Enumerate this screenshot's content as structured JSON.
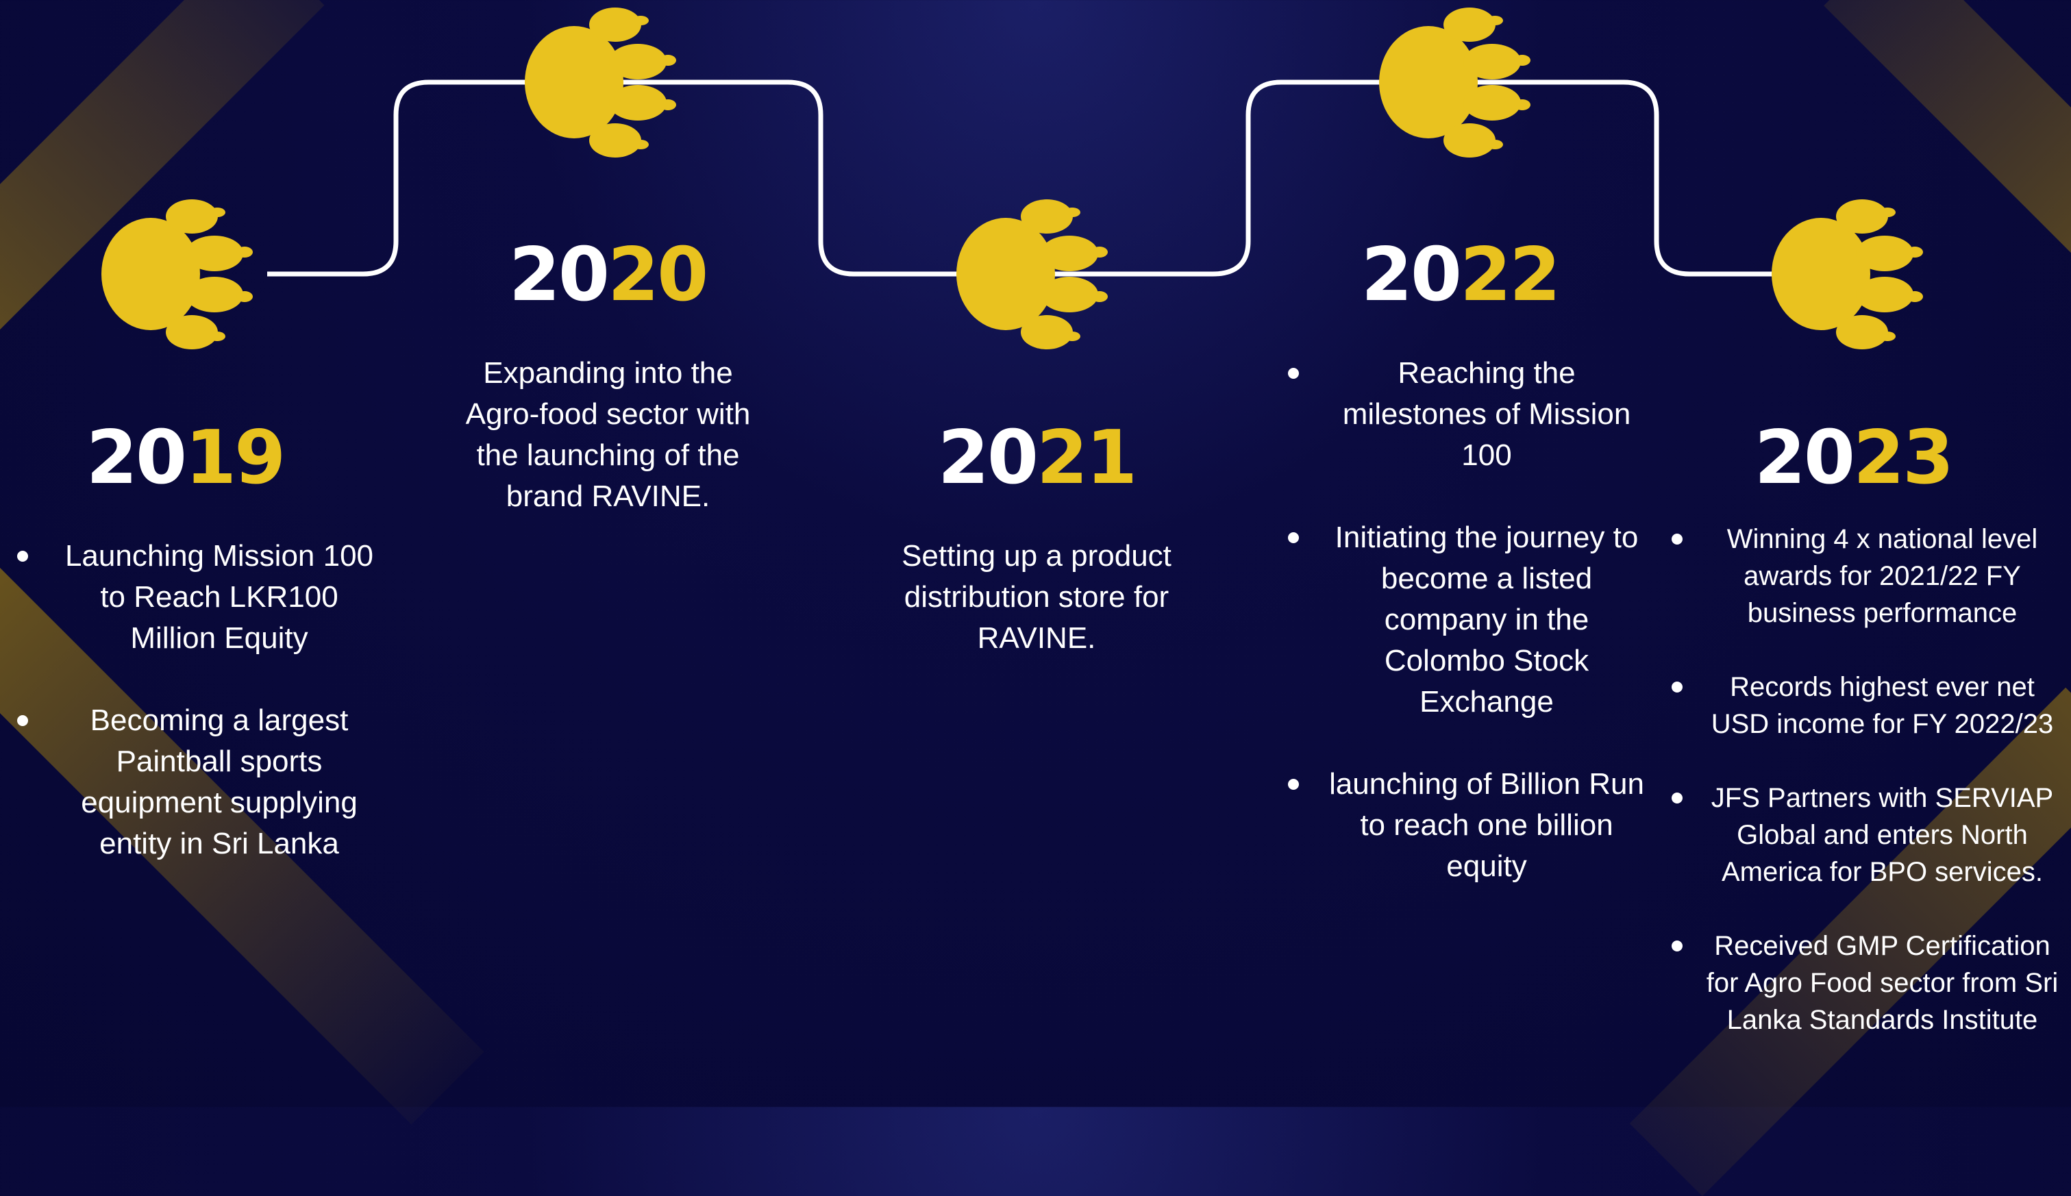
{
  "colors": {
    "background": "#070733",
    "accent": "#e9c21f",
    "text": "#ffffff",
    "stripe": "#6b5418"
  },
  "icons": {
    "milestone": "paw-print-icon"
  },
  "milestones": [
    {
      "year_lead": "20",
      "year_tail": "19",
      "bullets": [
        "Launching Mission 100 to Reach LKR100 Million Equity",
        "Becoming a largest Paintball sports equipment supplying entity in  Sri Lanka"
      ]
    },
    {
      "year_lead": "20",
      "year_tail": "20",
      "description": "Expanding into the Agro-food sector with the launching of the brand RAVINE."
    },
    {
      "year_lead": "20",
      "year_tail": "21",
      "description": "Setting up a product distribution store for RAVINE."
    },
    {
      "year_lead": "20",
      "year_tail": "22",
      "bullets": [
        "Reaching the milestones of Mission 100",
        "Initiating the journey to become a listed company in the Colombo Stock Exchange",
        "launching of Billion Run to reach one billion equity"
      ]
    },
    {
      "year_lead": "20",
      "year_tail": "23",
      "bullets": [
        "Winning 4 x national level awards for 2021/22 FY business performance",
        "Records highest ever net USD income for FY 2022/23",
        "JFS Partners with SERVIAP Global and enters North America for BPO services.",
        "Received GMP Certification for Agro Food sector from Sri Lanka Standards Institute"
      ]
    }
  ]
}
